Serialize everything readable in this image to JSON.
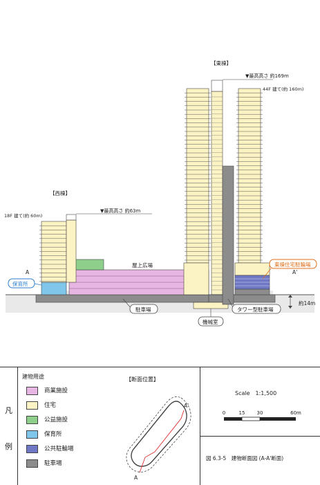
{
  "labels": {
    "east_building": "【東棟】",
    "west_building": "【西棟】",
    "east_max_height": "▼最高高さ 約169m",
    "east_floors": "44F 建て(約 160m)",
    "west_max_height": "▼最高高さ 約63m",
    "west_floors": "18F 建て(約 60m)",
    "rooftop_plaza": "屋上広場",
    "nursery": "保育所",
    "parking": "駐車場",
    "east_residents_bicycle": "東棟住宅駐輪場",
    "tower_parking": "タワー型駐車場",
    "machine_room": "機械室",
    "depth": "約14m",
    "marker_a_left": "A",
    "marker_a_right": "A'"
  },
  "legend": {
    "side_char_1": "凡",
    "side_char_2": "例",
    "title": "建物用途",
    "items": [
      {
        "label": "商業施設",
        "color": "#e8b6e2"
      },
      {
        "label": "住宅",
        "color": "#fbf3c4"
      },
      {
        "label": "公益施設",
        "color": "#8fcf8c"
      },
      {
        "label": "保育所",
        "color": "#7fc6ea"
      },
      {
        "label": "公共駐輪場",
        "color": "#6f78c4"
      },
      {
        "label": "駐車場",
        "color": "#8c8c8c"
      }
    ]
  },
  "location_map": {
    "title": "【断面位置】",
    "marker_a": "A",
    "marker_a_prime": "A'"
  },
  "scale": {
    "text": "Scale　1:1,500",
    "ticks": [
      "0",
      "15",
      "30",
      "60m"
    ]
  },
  "figure_caption": "図 6.3-5　建物断面図 (A-A'断面)",
  "colors": {
    "commercial": "#e8b6e2",
    "residential": "#fbf3c4",
    "public_facility": "#8fcf8c",
    "nursery": "#7fc6ea",
    "bicycle_parking": "#6f78c4",
    "parking": "#8c8c8c",
    "accent_orange": "#e0701a",
    "callout_blue": "#2b7fd0"
  }
}
